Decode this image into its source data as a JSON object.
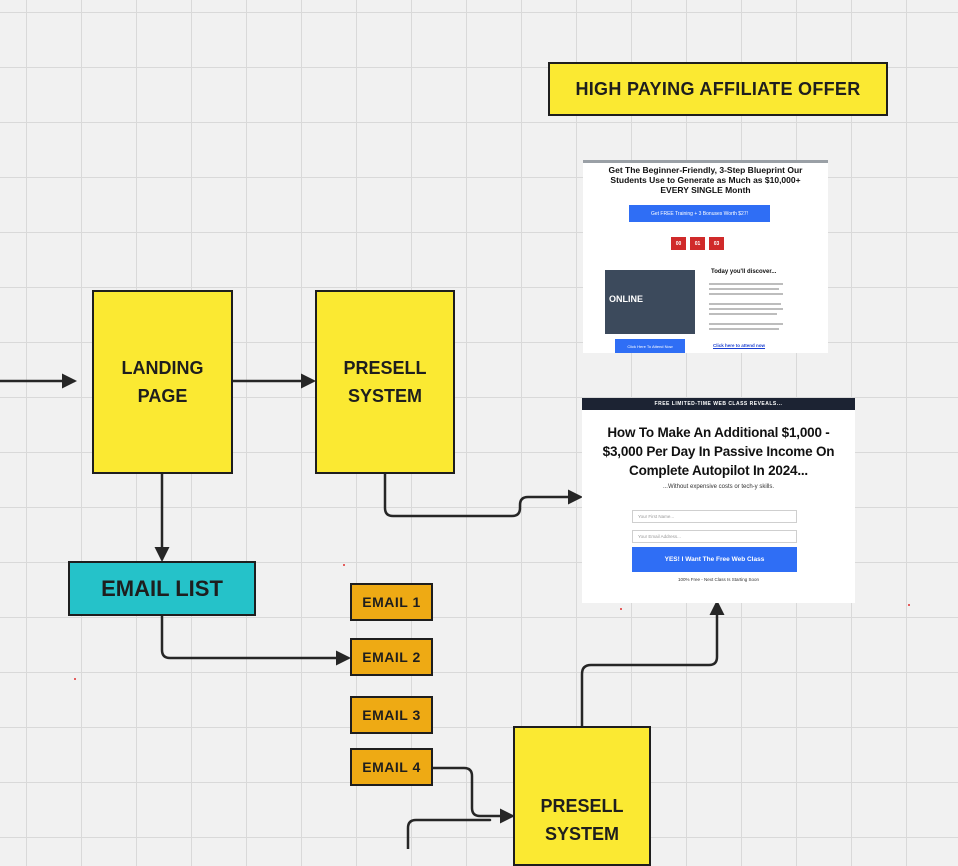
{
  "diagram": {
    "nodes": {
      "offer": "HIGH PAYING AFFILIATE OFFER",
      "landing": [
        "LANDING",
        "PAGE"
      ],
      "presell_top": [
        "PRESELL",
        "SYSTEM"
      ],
      "email_list": "EMAIL LIST",
      "emails": [
        "EMAIL 1",
        "EMAIL 2",
        "EMAIL 3",
        "EMAIL 4"
      ],
      "presell_bottom": [
        "PRESELL",
        "SYSTEM"
      ]
    },
    "edges": [
      {
        "from": "(left)",
        "to": "landing"
      },
      {
        "from": "landing",
        "to": "presell_top"
      },
      {
        "from": "landing",
        "to": "email_list"
      },
      {
        "from": "presell_top",
        "to": "webclass_page"
      },
      {
        "from": "email_list",
        "to": "email_2"
      },
      {
        "from": "email_4",
        "to": "presell_bottom"
      },
      {
        "from": "(bottom)",
        "to": "presell_bottom"
      },
      {
        "from": "presell_bottom",
        "to": "webclass_page"
      }
    ],
    "colors": {
      "sticky": "#fbe932",
      "email": "#eeaa14",
      "list": "#25c2c9",
      "wire": "#262626"
    }
  },
  "shot1": {
    "headline": "Get The Beginner-Friendly, 3-Step Blueprint Our Students Use to Generate as Much as $10,000+ EVERY SINGLE Month",
    "cta": "Get FREE Training + 3 Bonuses Worth $27!",
    "timer": [
      "00",
      "01",
      "03"
    ],
    "thumb_text": "ONLINE",
    "discover": "Today you'll discover...",
    "button": "Click Here To Attend Now",
    "link": "Click here to attend now"
  },
  "shot2": {
    "banner": "FREE LIMITED-TIME WEB CLASS REVEALS...",
    "headline": "How To Make An Additional $1,000 - $3,000 Per Day In Passive Income On Complete Autopilot In 2024...",
    "sub": "...Without expensive costs or tech-y skills.",
    "first_name": "Your First Name...",
    "email": "Your Email Address...",
    "submit": "YES! I Want The Free Web Class",
    "foot": "100% Free - Next Class Is Starting Soon"
  }
}
